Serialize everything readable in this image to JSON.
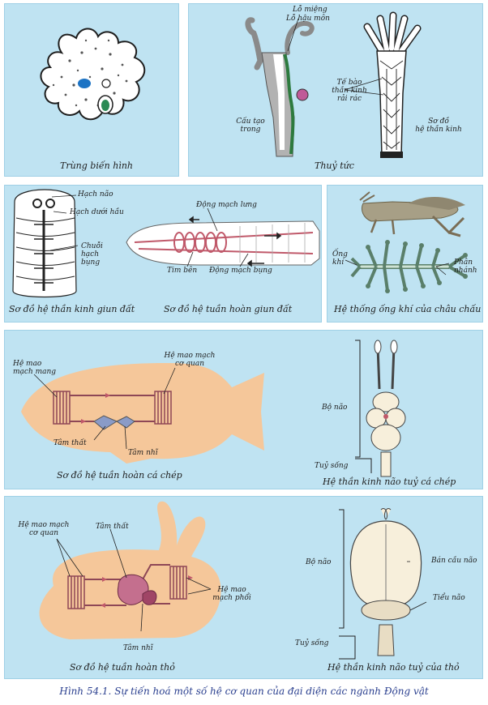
{
  "colors": {
    "panel": "#bfe3f2",
    "animal": "#f5c79a",
    "vessel": "#c0596a",
    "caption_blue": "#2a3f8f"
  },
  "p1": {
    "caption": "Trùng biến hình"
  },
  "p2": {
    "caption": "Thuỷ tức",
    "l_mieng": "Lỗ miệng",
    "l_hau": "Lỗ hậu môn",
    "l_tebao1": "Tế bào",
    "l_tebao2": "thần kinh",
    "l_tebao3": "rải rác",
    "l_cau1": "Cấu tạo",
    "l_cau2": "trong",
    "l_so1": "Sơ đồ",
    "l_so2": "hệ thần kinh"
  },
  "p3": {
    "caption_left": "Sơ đồ hệ thần kinh giun đất",
    "caption_right": "Sơ đồ hệ tuần hoàn giun đất",
    "l_hachnao": "Hạch não",
    "l_hachduoihau": "Hạch dưới hầu",
    "l_chuoi1": "Chuỗi",
    "l_chuoi2": "hạch",
    "l_chuoi3": "bụng",
    "l_dmlung": "Động mạch lưng",
    "l_timben": "Tim bên",
    "l_dmbung": "Động mạch bụng"
  },
  "p4": {
    "caption": "Hệ thống ống khí của châu chấu",
    "l_ong1": "Ống",
    "l_ong2": "khí",
    "l_phan1": "Phân",
    "l_phan2": "nhánh"
  },
  "p5": {
    "caption_left": "Sơ đồ hệ tuần hoàn cá chép",
    "caption_right": "Hệ thần kinh não tuỷ cá chép",
    "l_mang1": "Hệ mao",
    "l_mang2": "mạch mang",
    "l_coquan1": "Hệ mao mạch",
    "l_coquan2": "cơ quan",
    "l_tamthat": "Tâm thất",
    "l_tamnhi": "Tâm nhĩ",
    "l_bonao": "Bộ não",
    "l_tuysong": "Tuỷ sống"
  },
  "p6": {
    "caption_left": "Sơ đồ hệ tuần hoàn thỏ",
    "caption_right": "Hệ thần kinh não tuỷ của thỏ",
    "l_coquan1": "Hệ mao mạch",
    "l_coquan2": "cơ quan",
    "l_tamthat": "Tâm thất",
    "l_phoi1": "Hệ mao",
    "l_phoi2": "mạch phổi",
    "l_tamnhi": "Tâm nhĩ",
    "l_bonao": "Bộ não",
    "l_bancaunao": "Bán cầu não",
    "l_tieunao": "Tiểu não",
    "l_tuysong": "Tuỷ sống"
  },
  "figure_caption": "Hình 54.1. Sự tiến hoá một số hệ cơ quan của đại diện các ngành Động vật"
}
